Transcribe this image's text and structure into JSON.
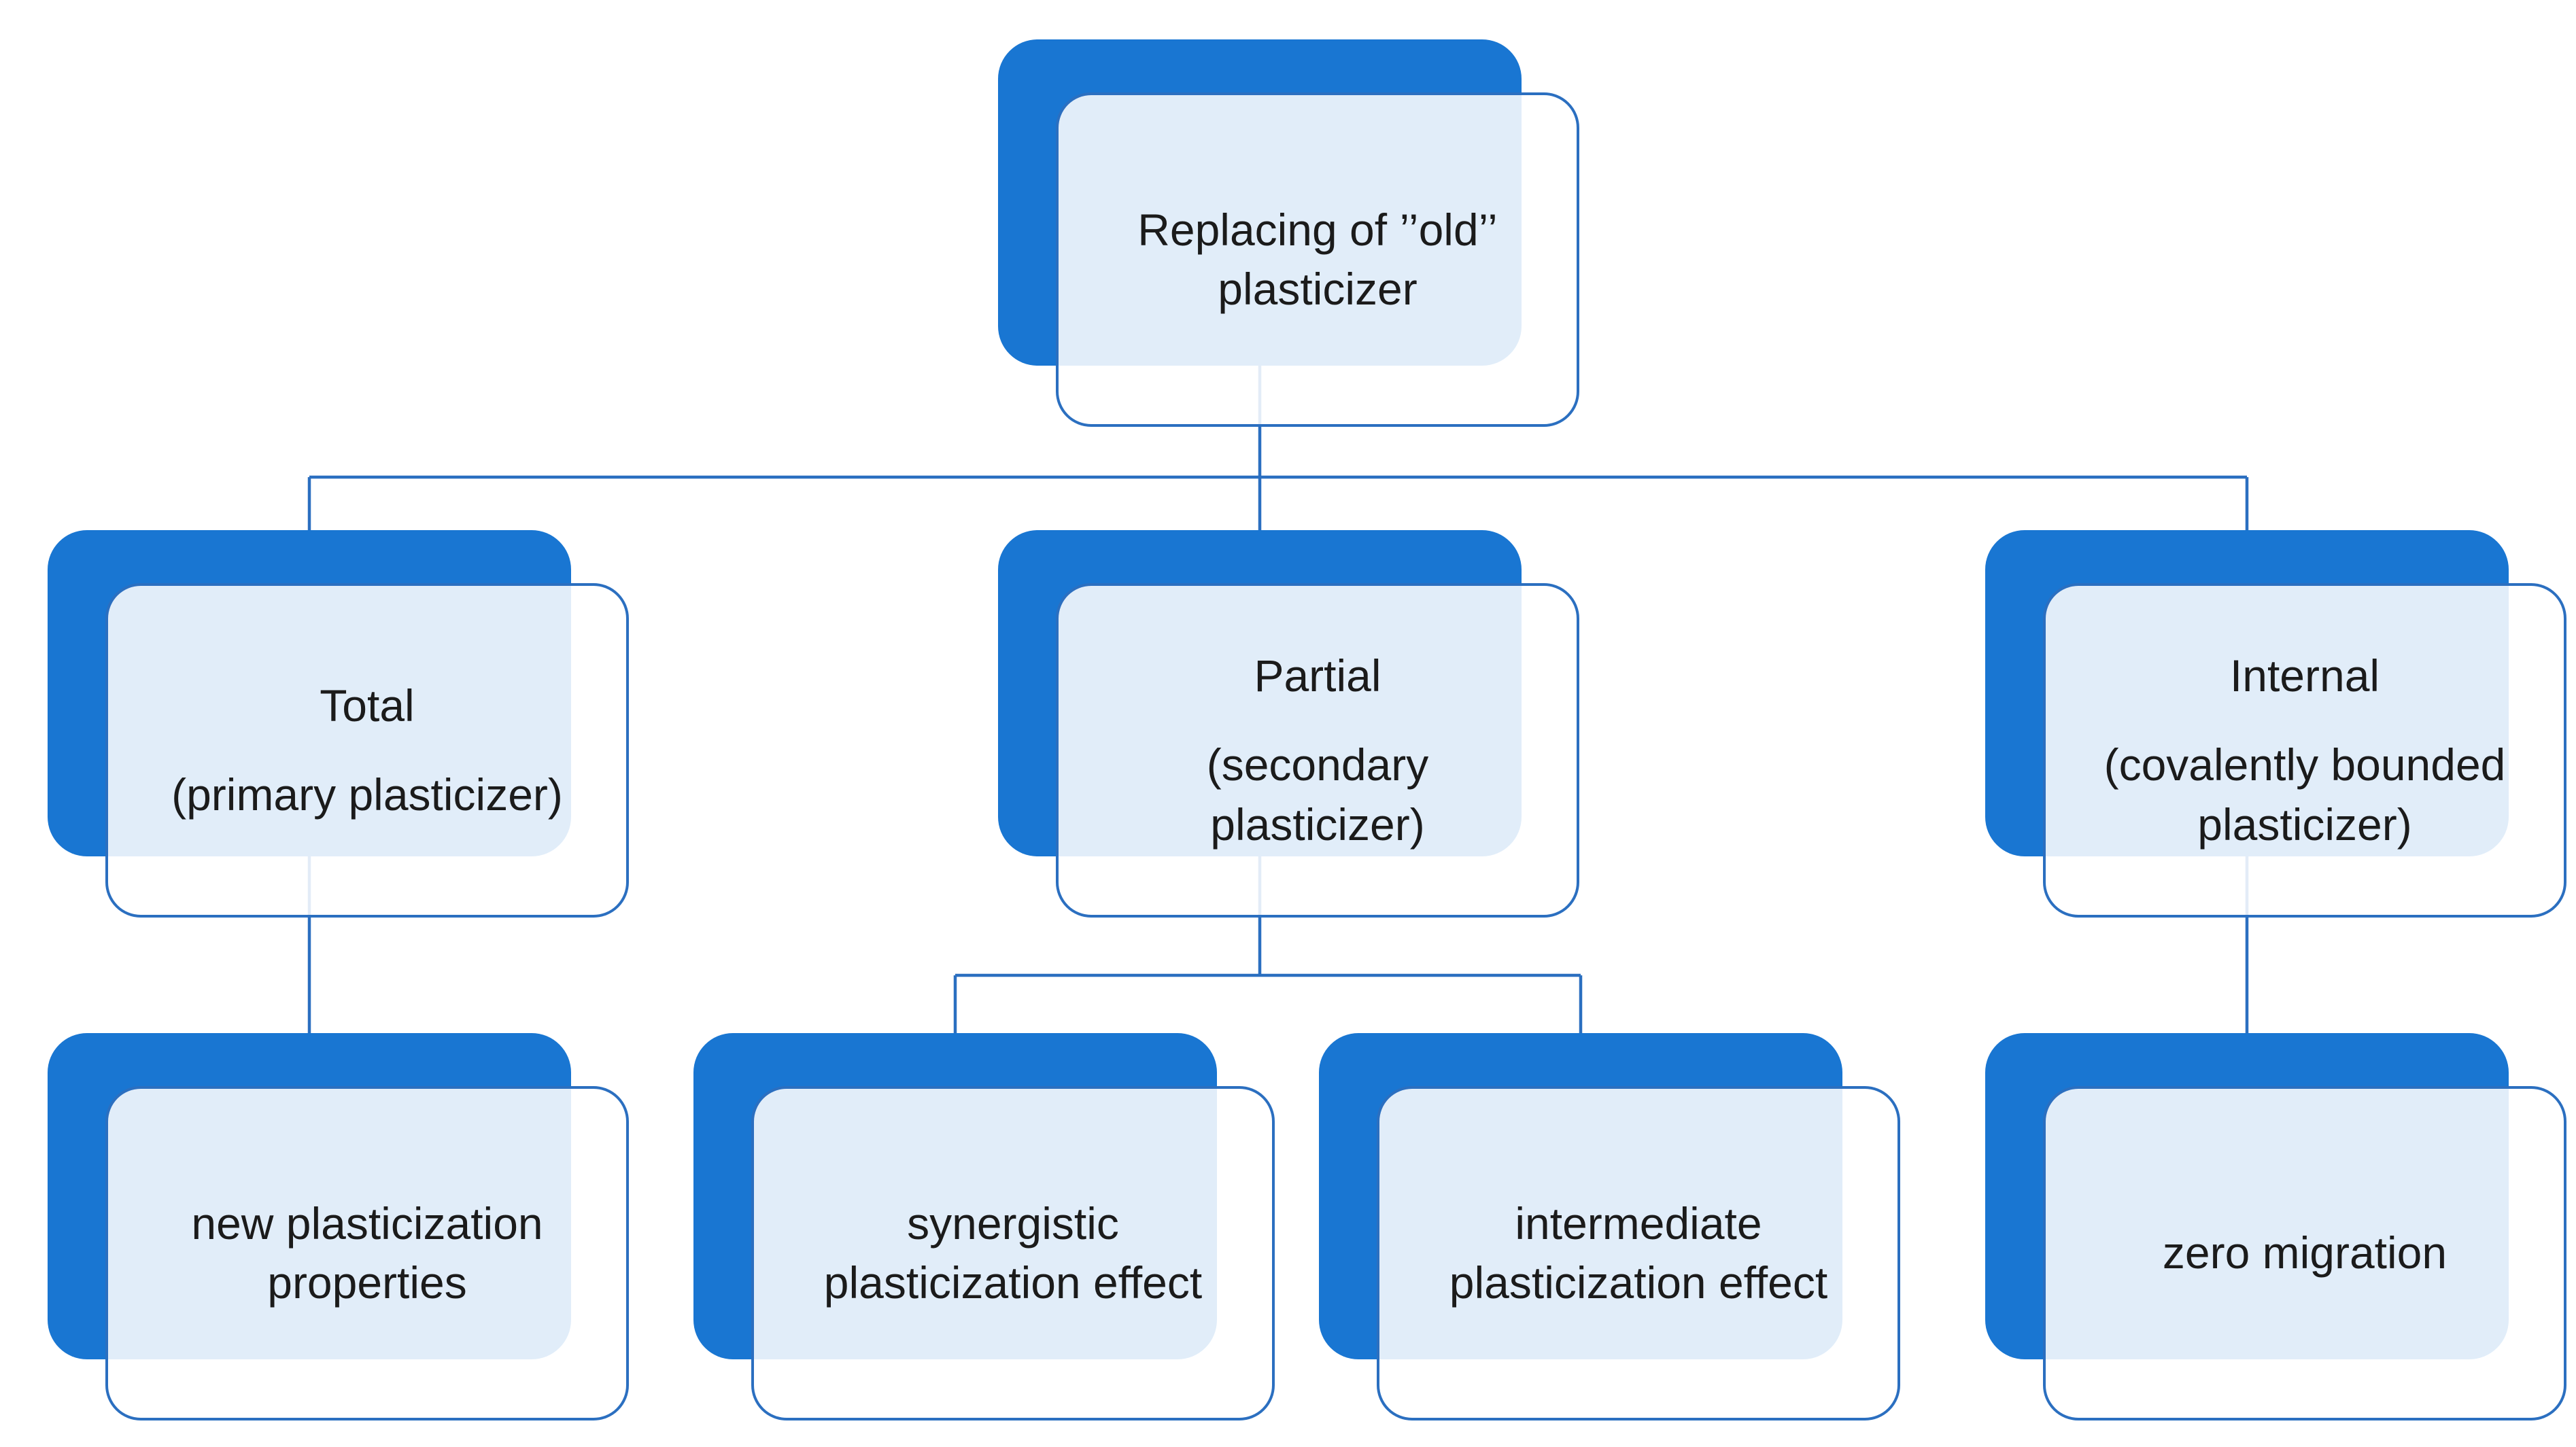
{
  "diagram": {
    "type": "hierarchy-flowchart",
    "colors": {
      "panel_blue": "#1976D2",
      "stroke_blue": "#2B6FC0",
      "overlap_tint": "#E6EBF7",
      "text": "#1B1B1B",
      "background": "#FFFFFF"
    },
    "nodes": {
      "root": {
        "line1": "Replacing of ’’old’’",
        "line2": "plasticizer"
      },
      "total": {
        "line1": "Total",
        "line2": "(primary plasticizer)"
      },
      "partial": {
        "line1": "Partial",
        "line2": "(secondary",
        "line3": "plasticizer)"
      },
      "internal": {
        "line1": "Internal",
        "line2": "(covalently bounded",
        "line3": "plasticizer)"
      },
      "new_properties": {
        "line1": "new plasticization",
        "line2": "properties"
      },
      "synergistic": {
        "line1": "synergistic",
        "line2": "plasticization effect"
      },
      "intermediate": {
        "line1": "intermediate",
        "line2": "plasticization effect"
      },
      "zero_migration": {
        "line1": "zero migration"
      }
    }
  }
}
